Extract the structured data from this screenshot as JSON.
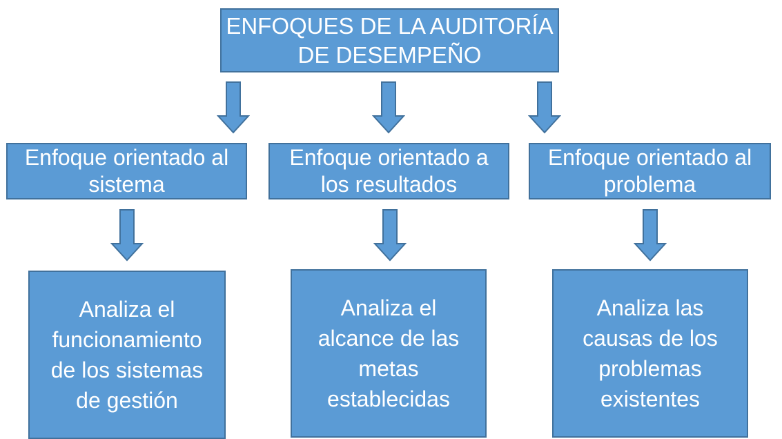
{
  "diagram": {
    "title": "ENFOQUES DE LA AUDITORÍA\nDE DESEMPEÑO",
    "branches": [
      {
        "approach": "Enfoque orientado al\nsistema",
        "description": "Analiza el\nfuncionamiento\nde los sistemas\nde gestión"
      },
      {
        "approach": "Enfoque orientado a\nlos resultados",
        "description": "Analiza el\nalcance de las\nmetas\nestablecidas"
      },
      {
        "approach": "Enfoque orientado al\nproblema",
        "description": "Analiza las\ncausas de los\nproblemas\nexistentes"
      }
    ],
    "colors": {
      "fill": "#5b9bd5",
      "border": "#41719c",
      "text": "#ffffff"
    }
  }
}
